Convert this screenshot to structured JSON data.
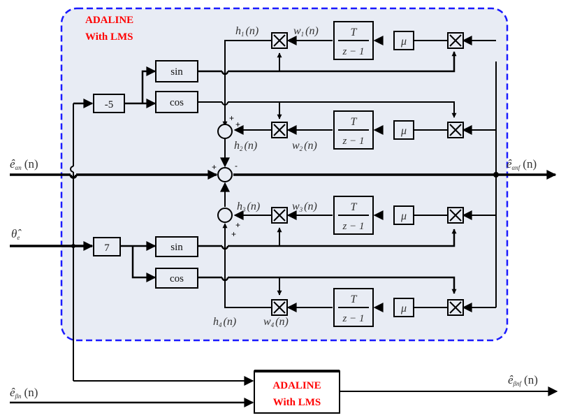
{
  "diagram": {
    "title": "ADALINE with LMS harmonic extraction block diagram",
    "adaline_box": {
      "line1": "ADALINE",
      "line2": "With LMS"
    },
    "colors": {
      "panel_bg": "#e8ecf4",
      "panel_border": "#1a1aff",
      "adaline_text": "#ff0000",
      "line": "#000000"
    },
    "inputs": {
      "e_alpha_n": {
        "base": "ê",
        "sub": "αn",
        "arg": "(n)"
      },
      "theta_e": {
        "base": "θ̂",
        "sub": "e"
      },
      "e_beta_n": {
        "base": "ê",
        "sub": "βn",
        "arg": "(n)"
      }
    },
    "outputs": {
      "e_alpha_nf": {
        "base": "ê",
        "sub": "αnf",
        "arg": "(n)"
      },
      "e_beta_nf": {
        "base": "ê",
        "sub": "βnf",
        "arg": "(n)"
      }
    },
    "gains": {
      "neg5": "-5",
      "pos7": "7"
    },
    "functions": {
      "sin": "sin",
      "cos": "cos"
    },
    "integrator": {
      "num": "T",
      "den": "z − 1"
    },
    "mu": "μ",
    "signals": {
      "h1": {
        "base": "h",
        "sub": "1",
        "arg": "(n)"
      },
      "h2": {
        "base": "h",
        "sub": "2",
        "arg": "(n)"
      },
      "h3": {
        "base": "h",
        "sub": "3",
        "arg": "(n)"
      },
      "h4": {
        "base": "h",
        "sub": "4",
        "arg": "(n)"
      },
      "w1": {
        "base": "w",
        "sub": "1",
        "arg": "(n)"
      },
      "w2": {
        "base": "w",
        "sub": "2",
        "arg": "(n)"
      },
      "w3": {
        "base": "w",
        "sub": "3",
        "arg": "(n)"
      },
      "w4": {
        "base": "w",
        "sub": "4",
        "arg": "(n)"
      }
    },
    "signs": {
      "plus": "+",
      "minus": "-"
    },
    "bottom_box": {
      "line1": "ADALINE",
      "line2": "With LMS"
    }
  }
}
